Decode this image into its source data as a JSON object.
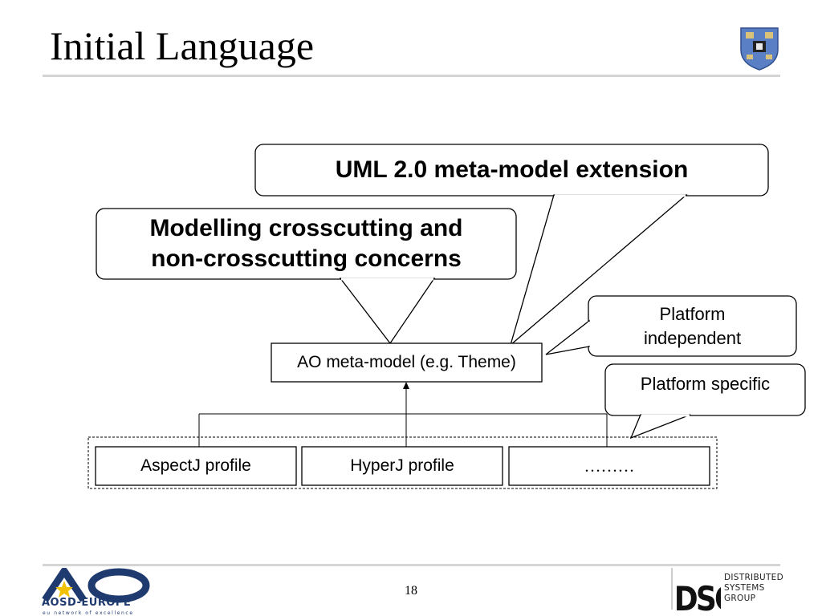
{
  "slide": {
    "title": "Initial Language",
    "page_number": "18"
  },
  "callouts": {
    "uml": "UML 2.0 meta-model extension",
    "modelling_line1": "Modelling crosscutting and",
    "modelling_line2": "non-crosscutting concerns",
    "platform_independent_line1": "Platform",
    "platform_independent_line2": "independent",
    "platform_specific": "Platform specific"
  },
  "boxes": {
    "meta_model": "AO meta-model (e.g. Theme)",
    "profiles": [
      "AspectJ profile",
      "HyperJ profile",
      "………"
    ]
  },
  "logos": {
    "aosd_wordmark": "AOSD-EUROPE",
    "aosd_tagline": "eu network of excellence",
    "dsg_mark": "DSG",
    "dsg_name": [
      "DISTRIBUTED",
      "SYSTEMS",
      "GROUP"
    ]
  },
  "colors": {
    "aosd_blue": "#1f3a6e",
    "aosd_star": "#f2c200",
    "rule_gray": "#d4d4d4",
    "crest_blue": "#5b7fc4"
  }
}
